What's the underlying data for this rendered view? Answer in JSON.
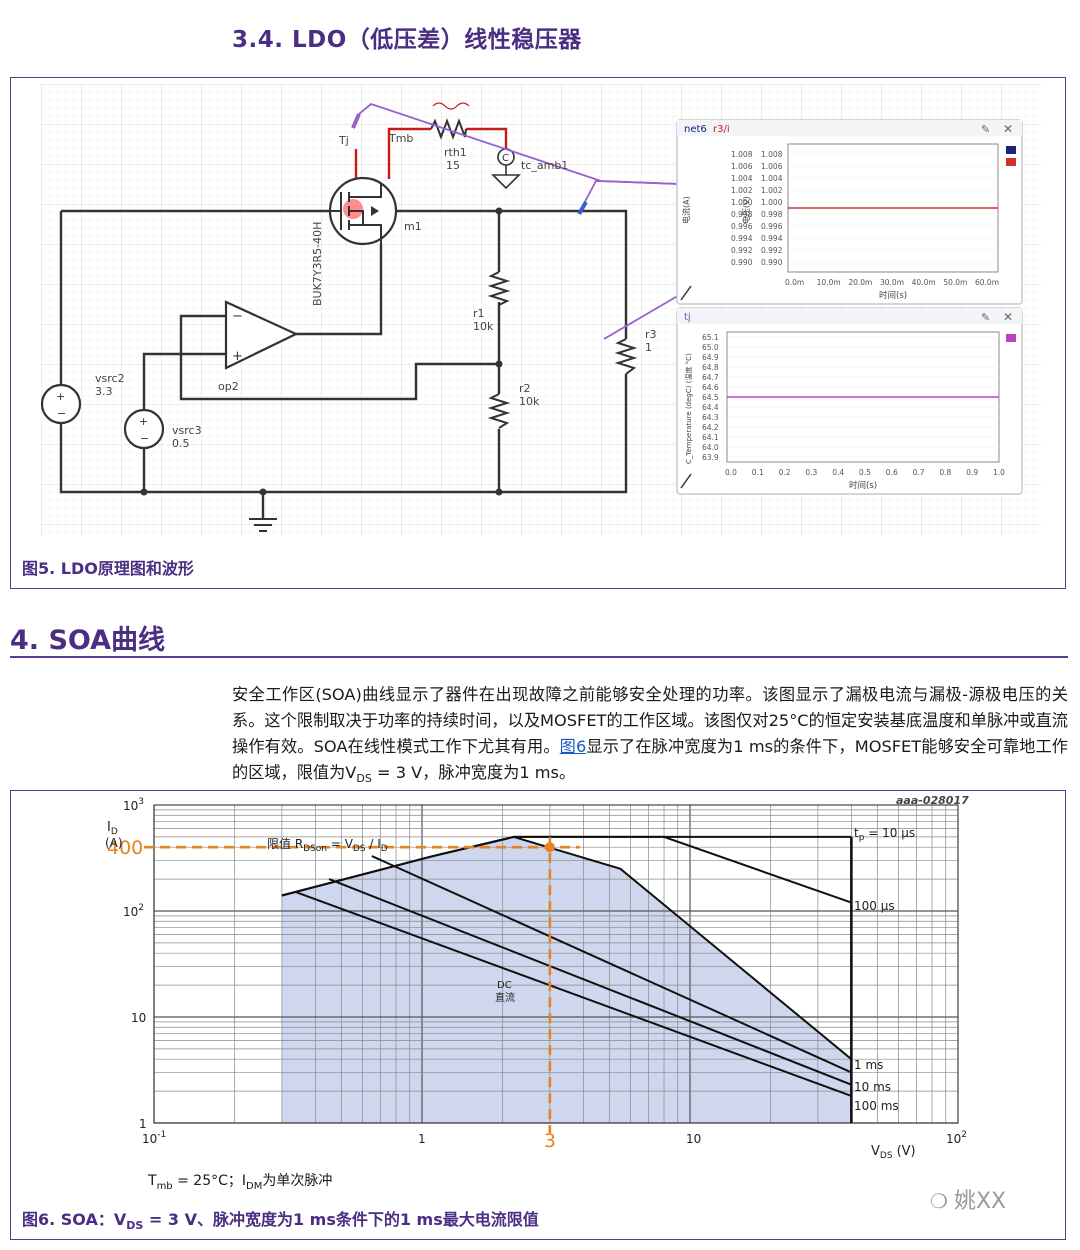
{
  "section_title": "3.4. LDO（低压差）线性稳压器",
  "figure5": {
    "caption": "图5. LDO原理图和波形",
    "schematic": {
      "labels": {
        "tj": "Tj",
        "tmb": "Tmb",
        "rth1": "rth1",
        "rth1_val": "15",
        "tc_amb1": "tc_amb1",
        "m1": "m1",
        "mosfet_part": "BUK7Y3R5-40H",
        "r1": "r1",
        "r1_val": "10k",
        "r2": "r2",
        "r2_val": "10k",
        "r3": "r3",
        "r3_val": "1",
        "op2": "op2",
        "vsrc2": "vsrc2",
        "vsrc2_val": "3.3",
        "vsrc3": "vsrc3",
        "vsrc3_val": "0.5"
      }
    },
    "panel_top": {
      "title_left": "net6",
      "title_right": "r3/i",
      "ylabel1": "电流(A)",
      "ylabel2": "电压(V)",
      "yticks": [
        "1.008",
        "1.006",
        "1.004",
        "1.002",
        "1.000",
        "0.998",
        "0.996",
        "0.994",
        "0.992",
        "0.990"
      ],
      "xticks": [
        "0.0m",
        "10.0m",
        "20.0m",
        "30.0m",
        "40.0m",
        "50.0m",
        "60.0m"
      ],
      "xlabel": "时间(s)",
      "value": 1.0,
      "colors": {
        "series1": "#1a237e",
        "series2": "#d32f2f"
      }
    },
    "panel_bottom": {
      "title": "tj",
      "ylabel": "C_Temperature (degC) (温度 °C)",
      "yticks": [
        "65.1",
        "65.0",
        "64.9",
        "64.8",
        "64.7",
        "64.6",
        "64.5",
        "64.4",
        "64.3",
        "64.2",
        "64.1",
        "64.0",
        "63.9"
      ],
      "xticks": [
        "0.0",
        "0.1",
        "0.2",
        "0.3",
        "0.4",
        "0.5",
        "0.6",
        "0.7",
        "0.8",
        "0.9",
        "1.0"
      ],
      "xlabel": "时间(s)",
      "value": 64.5,
      "colors": {
        "series": "#c040c0"
      }
    }
  },
  "section4_title": "4. SOA曲线",
  "paragraph": {
    "p1": "安全工作区(SOA)曲线显示了器件在出现故障之前能够安全处理的功率。该图显示了漏极电流与漏极-源极电压的关系。这个限制取决于功率的持续时间，以及MOSFET的工作区域。该图仅对25°C的恒定安装基底温度和单脉冲或直流操作有效。SOA在线性模式工作下尤其有用。",
    "link": "图6",
    "p2": "显示了在脉冲宽度为1 ms的条件下，MOSFET能够安全可靠地工作的区域，限值为V",
    "sub": "DS",
    "p3": " = 3 V，脉冲宽度为1 ms。"
  },
  "figure6": {
    "code": "aaa-028017",
    "caption_a": "图6. SOA：V",
    "caption_sub": "DS",
    "caption_b": " = 3 V、脉冲宽度为1 ms条件下的1 ms最大电流限值",
    "note_a": "T",
    "note_sub1": "mb",
    "note_b": " = 25°C；I",
    "note_sub2": "DM",
    "note_c": "为单次脉冲",
    "ylabel": "I",
    "ylabel_sub": "D",
    "yunit": "(A)",
    "xlabel": "V",
    "xlabel_sub": "DS",
    "xunit": "(V)",
    "limit_label": "限值 R",
    "limit_sub": "DSon",
    "limit_rest": " = V",
    "limit_sub2": "DS",
    "limit_rest2": " / I",
    "limit_sub3": "D",
    "highlight_current": "400",
    "highlight_voltage": "3",
    "dc_label": "DC",
    "dc_label_cn": "直流",
    "curve_labels": [
      "t",
      "p",
      " = 10 μs",
      "100 μs",
      "1 ms",
      "10 ms",
      "100 ms"
    ],
    "accent": "#e8821e"
  },
  "chart_data": {
    "type": "line",
    "title": "",
    "xlabel": "VDS (V)",
    "ylabel": "ID (A)",
    "xscale": "log",
    "yscale": "log",
    "xlim": [
      0.1,
      100
    ],
    "ylim": [
      1,
      1000
    ],
    "x_ticks": [
      "10-1",
      "1",
      "10",
      "102"
    ],
    "y_ticks": [
      "1",
      "10",
      "102",
      "103"
    ],
    "grid": true,
    "highlight_point": {
      "x": 3,
      "y": 400
    },
    "series": [
      {
        "name": "tp = 10 μs",
        "x": [
          0.3,
          1.1,
          2.2,
          8,
          40
        ],
        "y": [
          140,
          330,
          500,
          500,
          500
        ]
      },
      {
        "name": "100 μs",
        "x": [
          0.3,
          1.1,
          2.2,
          8,
          40
        ],
        "y": [
          140,
          330,
          500,
          500,
          120
        ]
      },
      {
        "name": "1 ms",
        "x": [
          0.3,
          1.1,
          2.2,
          5.5,
          40
        ],
        "y": [
          140,
          330,
          500,
          250,
          4
        ]
      },
      {
        "name": "10 ms",
        "x": [
          0.65,
          40
        ],
        "y": [
          330,
          3
        ]
      },
      {
        "name": "100 ms",
        "x": [
          0.45,
          40
        ],
        "y": [
          200,
          2.3
        ]
      },
      {
        "name": "DC",
        "x": [
          0.34,
          40
        ],
        "y": [
          150,
          1.8
        ]
      }
    ]
  },
  "watermark": "姚XX"
}
